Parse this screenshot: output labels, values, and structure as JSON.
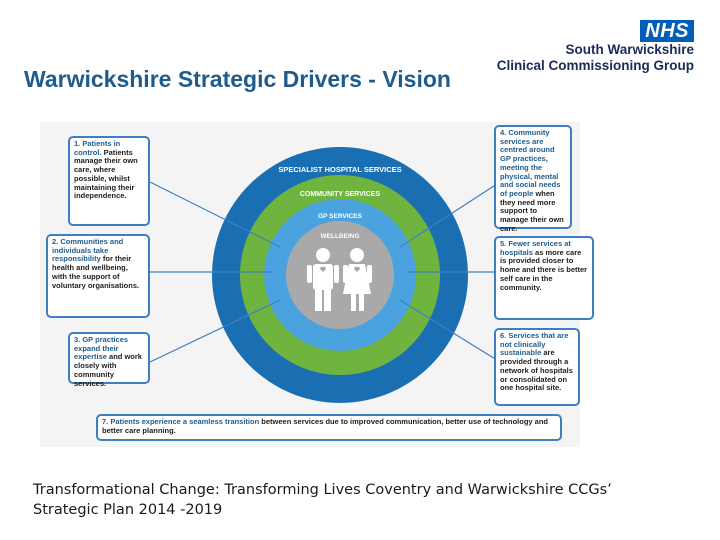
{
  "slide": {
    "title": "Warwickshire Strategic Drivers - Vision",
    "caption_line1": "Transformational Change: Transforming Lives Coventry and Warwickshire CCGs’",
    "caption_line2": "Strategic Plan 2014 -2019"
  },
  "logo": {
    "badge": "NHS",
    "line1": "South Warwickshire",
    "line2": "Clinical Commissioning Group"
  },
  "diagram": {
    "rings": {
      "outer": "SPECIALIST HOSPITAL SERVICES",
      "community": "COMMUNITY SERVICES",
      "gp": "GP SERVICES",
      "center": "WELLBEING"
    },
    "colors": {
      "outer_ring": "#1a6fb3",
      "community_ring": "#6fb43f",
      "gp_ring": "#4aa3df",
      "center": "#a9a9a9",
      "box_border": "#3f7fc1"
    },
    "boxes": {
      "b1_num": "1. Patients in control.",
      "b1_text": "Patients manage their own care, where possible, whilst maintaining their independence.",
      "b2_num": "2. Communities and individuals take responsibility",
      "b2_text": "for their health and wellbeing, with the support of voluntary organisations.",
      "b3_num": "3. GP practices expand their expertise",
      "b3_text": "and work closely with community services.",
      "b4_num": "4. Community services are centred around GP practices,",
      "b4_mid": "meeting the physical, mental and social needs of people",
      "b4_text": "when they need more support to manage their own care.",
      "b5_num": "5. Fewer services at hospitals",
      "b5_text": "as more care is provided closer to home and there is better self care in the community.",
      "b6_num": "6. Services that are not clinically sustainable",
      "b6_text": "are provided through a network of hospitals or consolidated on one hospital site.",
      "b7_num": "7. Patients experience a seamless transition",
      "b7_text": "between services due to improved communication, better use of technology and better care planning."
    }
  }
}
